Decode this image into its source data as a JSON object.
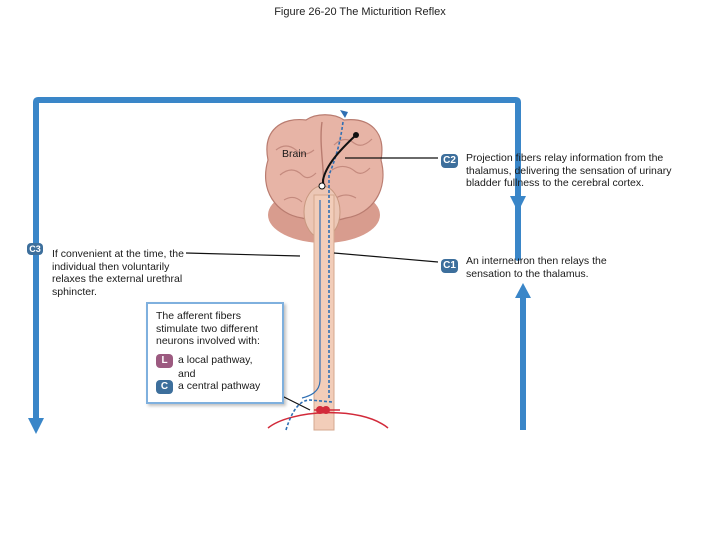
{
  "title": "Figure 26-20  The Micturition Reflex",
  "labels": {
    "brain": "Brain",
    "c2_badge": "C2",
    "c1_badge": "C1",
    "c3_badge": "C3",
    "l_badge": "L",
    "c_badge": "C"
  },
  "steps": {
    "c2_text": "Projection fibers relay information from the thalamus, delivering the sensation of urinary bladder fullness to the cerebral cortex.",
    "c1_text": "An interneuron then relays the sensation to the thalamus.",
    "c3_text": "If convenient at the time, the individual then voluntarily relaxes the external urethral sphincter."
  },
  "afferent_box": {
    "intro": "The afferent fibers stimulate two different neurons involved with:",
    "local": "a local pathway,",
    "and_word": "and",
    "central": "a central pathway"
  },
  "colors": {
    "arrow_blue": "#3a86c8",
    "badge_blue": "#3d6f9c",
    "badge_magenta": "#9c5a80",
    "cord": "#f2cdb9",
    "brain": "#e7b4a6",
    "efferent_red": "#d22a3a"
  }
}
